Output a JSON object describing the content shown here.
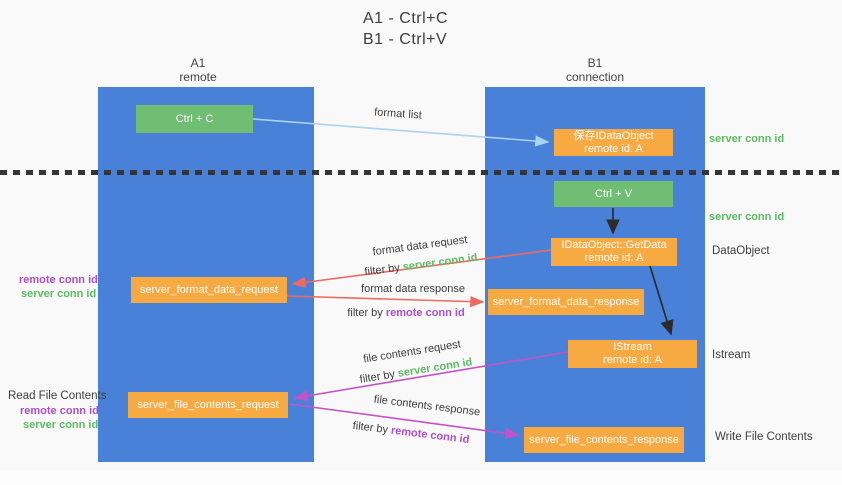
{
  "title": {
    "line1": "A1 - Ctrl+C",
    "line2": "B1 - Ctrl+V"
  },
  "lanes": {
    "left": {
      "id": "A1",
      "name": "remote"
    },
    "right": {
      "id": "B1",
      "name": "connection"
    }
  },
  "nodes": {
    "ctrl_c": {
      "label": "Ctrl + C"
    },
    "ctrl_v": {
      "label": "Ctrl + V"
    },
    "save_dataobject": {
      "line1": "保存IDataObject",
      "line2": "remote id: A"
    },
    "getdata": {
      "line1": "IDataObject::GetData",
      "line2": "remote id: A"
    },
    "istream": {
      "line1": "IStream",
      "line2": "remote id: A"
    },
    "format_request": {
      "label": "server_format_data_request"
    },
    "format_response": {
      "label": "server_format_data_response"
    },
    "file_request": {
      "label": "server_file_contents_request"
    },
    "file_response": {
      "label": "server_file_contents_response"
    }
  },
  "edge_labels": {
    "format_list": "format list",
    "format_data_request": "format data request",
    "format_data_response": "format data response",
    "file_contents_request": "file contents request",
    "file_contents_response": "file contents response",
    "filter_by": "filter by ",
    "server_conn_id": "server conn id",
    "remote_conn_id": "remote conn id"
  },
  "annotations": {
    "server_conn_id_top": "server conn id",
    "server_conn_id_mid": "server conn id",
    "dataobject": "DataObject",
    "istream": "Istream",
    "write_file_contents": "Write File Contents",
    "read_file_contents": "Read File Contents",
    "remote_conn_id_left_top": "remote conn id",
    "server_conn_id_left_top": "server conn id",
    "remote_conn_id_left_bottom": "remote conn id",
    "server_conn_id_left_bottom": "server conn id"
  },
  "colors": {
    "lane_blue": "#4A81D8",
    "node_green": "#6FBE73",
    "node_orange": "#F7A942",
    "arrow_lightblue": "#A9D2F3",
    "arrow_salmon": "#F0685F",
    "arrow_magenta": "#C353C9",
    "arrow_black": "#2B2B2B",
    "text_green": "#5CBB63",
    "text_purple": "#AB50C8",
    "text_dark": "#3D3D3D"
  }
}
